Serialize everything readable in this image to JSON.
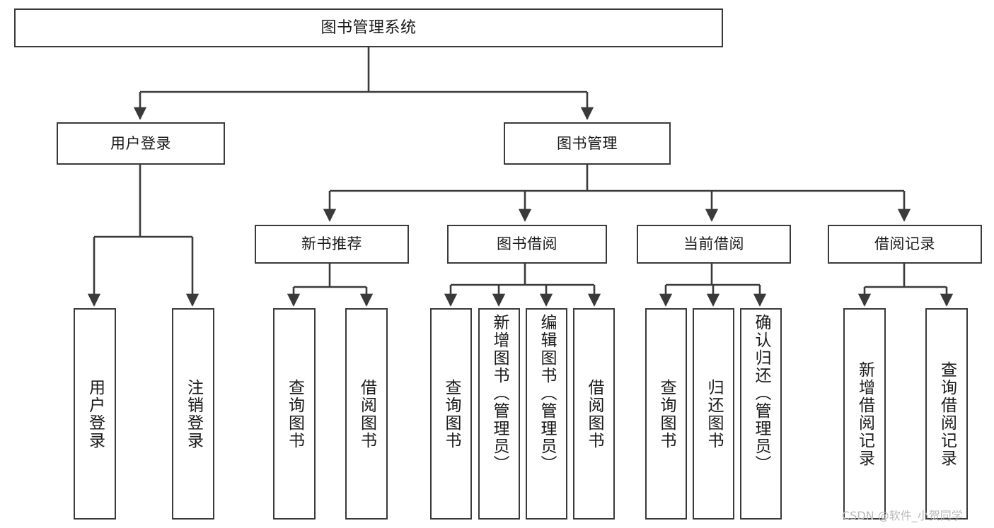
{
  "diagram": {
    "type": "tree-hierarchy",
    "title": "图书管理系统",
    "watermark": "CSDN @软件_小贺同学",
    "colors": {
      "stroke": "#3a3a3a",
      "fill": "#ffffff",
      "text": "#1a1a1a",
      "watermark": "#b9b9b9"
    },
    "nodes": {
      "root": {
        "label": "图书管理系统"
      },
      "level1": [
        {
          "id": "user-login",
          "label": "用户登录"
        },
        {
          "id": "book-manage",
          "label": "图书管理"
        }
      ],
      "level2": [
        {
          "id": "new-book-rec",
          "label": "新书推荐"
        },
        {
          "id": "book-borrow",
          "label": "图书借阅"
        },
        {
          "id": "current-borrow",
          "label": "当前借阅"
        },
        {
          "id": "borrow-record",
          "label": "借阅记录"
        }
      ],
      "leaves": {
        "user_login": [
          {
            "id": "leaf-user-login",
            "label": "用户登录"
          },
          {
            "id": "leaf-logout-login",
            "label": "注销登录"
          }
        ],
        "new_book_rec": [
          {
            "id": "leaf-query-book-1",
            "label": "查询图书"
          },
          {
            "id": "leaf-borrow-book-1",
            "label": "借阅图书"
          }
        ],
        "book_borrow": [
          {
            "id": "leaf-query-book-2",
            "label": "查询图书"
          },
          {
            "id": "leaf-add-book",
            "label": "新增图书（管理员）"
          },
          {
            "id": "leaf-edit-book",
            "label": "编辑图书（管理员）"
          },
          {
            "id": "leaf-borrow-book-2",
            "label": "借阅图书"
          }
        ],
        "current_borrow": [
          {
            "id": "leaf-query-book-3",
            "label": "查询图书"
          },
          {
            "id": "leaf-return-book",
            "label": "归还图书"
          },
          {
            "id": "leaf-confirm-return",
            "label": "确认归还（管理员）"
          }
        ],
        "borrow_record": [
          {
            "id": "leaf-add-record",
            "label": "新增借阅记录"
          },
          {
            "id": "leaf-query-record",
            "label": "查询借阅记录"
          }
        ]
      }
    }
  }
}
